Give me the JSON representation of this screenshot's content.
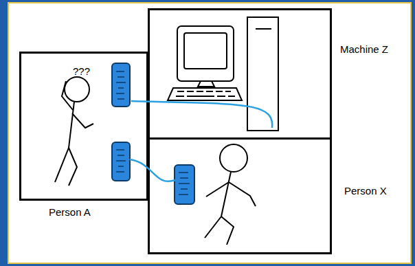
{
  "diagram": {
    "nodes": [
      {
        "text": [
          "Person A",
          "???"
        ]
      },
      {
        "text": [
          "Machine Z"
        ]
      },
      {
        "text": [
          "Person X"
        ]
      }
    ],
    "edges": [
      {
        "from": 0,
        "to": 1,
        "arrow": "none"
      },
      {
        "from": 0,
        "to": 2,
        "arrow": "none"
      }
    ]
  }
}
